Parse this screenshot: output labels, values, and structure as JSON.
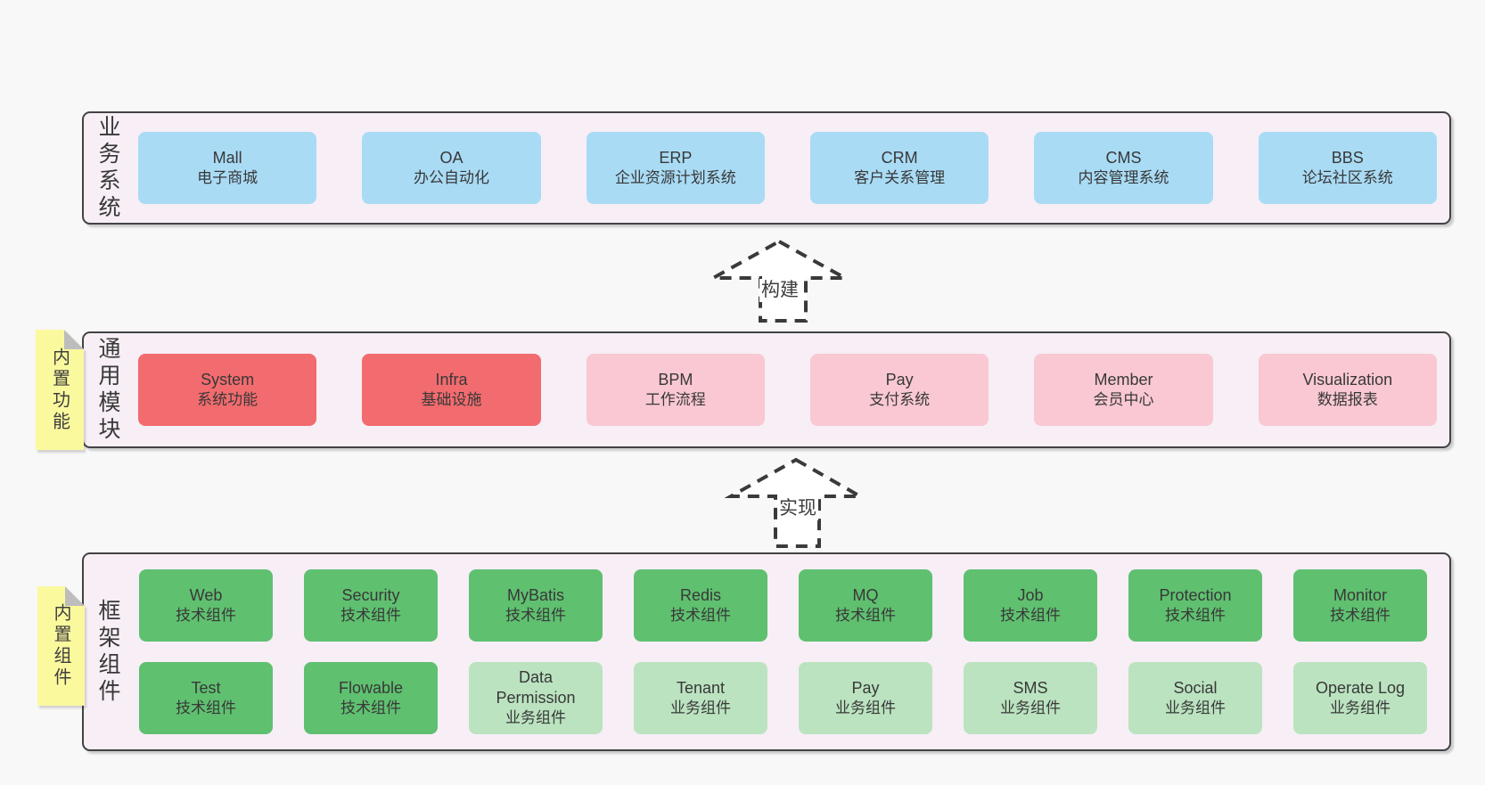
{
  "canvas": {
    "background": "#f8f8f8"
  },
  "colors": {
    "canvas": "#f8f8f8",
    "panel": "#f7eef6",
    "panelBorder": "#424242",
    "note": "#fbf99e",
    "noteFold": "#bdbdbd",
    "text": "#383838",
    "arrow": "#3a3a3a",
    "blue": "#a9dbf5",
    "red": "#f26b6e",
    "pink": "#f9c8d2",
    "green": "#5fc070",
    "lightGreen": "#bbe3c0"
  },
  "arrows": [
    {
      "label": "构建"
    },
    {
      "label": "实现"
    }
  ],
  "sections": [
    {
      "label": "业务系统",
      "note": null,
      "rows": [
        [
          {
            "title": "Mall",
            "subtitle": "电子商城",
            "color": "blue"
          },
          {
            "title": "OA",
            "subtitle": "办公自动化",
            "color": "blue"
          },
          {
            "title": "ERP",
            "subtitle": "企业资源计划系统",
            "color": "blue"
          },
          {
            "title": "CRM",
            "subtitle": "客户关系管理",
            "color": "blue"
          },
          {
            "title": "CMS",
            "subtitle": "内容管理系统",
            "color": "blue"
          },
          {
            "title": "BBS",
            "subtitle": "论坛社区系统",
            "color": "blue"
          }
        ]
      ]
    },
    {
      "label": "通用模块",
      "note": "内置功能",
      "rows": [
        [
          {
            "title": "System",
            "subtitle": "系统功能",
            "color": "red"
          },
          {
            "title": "Infra",
            "subtitle": "基础设施",
            "color": "red"
          },
          {
            "title": "BPM",
            "subtitle": "工作流程",
            "color": "pink"
          },
          {
            "title": "Pay",
            "subtitle": "支付系统",
            "color": "pink"
          },
          {
            "title": "Member",
            "subtitle": "会员中心",
            "color": "pink"
          },
          {
            "title": "Visualization",
            "subtitle": "数据报表",
            "color": "pink"
          }
        ]
      ]
    },
    {
      "label": "框架组件",
      "note": "内置组件",
      "rows": [
        [
          {
            "title": "Web",
            "subtitle": "技术组件",
            "color": "green"
          },
          {
            "title": "Security",
            "subtitle": "技术组件",
            "color": "green"
          },
          {
            "title": "MyBatis",
            "subtitle": "技术组件",
            "color": "green"
          },
          {
            "title": "Redis",
            "subtitle": "技术组件",
            "color": "green"
          },
          {
            "title": "MQ",
            "subtitle": "技术组件",
            "color": "green"
          },
          {
            "title": "Job",
            "subtitle": "技术组件",
            "color": "green"
          },
          {
            "title": "Protection",
            "subtitle": "技术组件",
            "color": "green"
          },
          {
            "title": "Monitor",
            "subtitle": "技术组件",
            "color": "green"
          }
        ],
        [
          {
            "title": "Test",
            "subtitle": "技术组件",
            "color": "green"
          },
          {
            "title": "Flowable",
            "subtitle": "技术组件",
            "color": "green"
          },
          {
            "title": "Data Permission",
            "subtitle": "业务组件",
            "color": "lightGreen"
          },
          {
            "title": "Tenant",
            "subtitle": "业务组件",
            "color": "lightGreen"
          },
          {
            "title": "Pay",
            "subtitle": "业务组件",
            "color": "lightGreen"
          },
          {
            "title": "SMS",
            "subtitle": "业务组件",
            "color": "lightGreen"
          },
          {
            "title": "Social",
            "subtitle": "业务组件",
            "color": "lightGreen"
          },
          {
            "title": "Operate Log",
            "subtitle": "业务组件",
            "color": "lightGreen"
          }
        ]
      ]
    }
  ]
}
